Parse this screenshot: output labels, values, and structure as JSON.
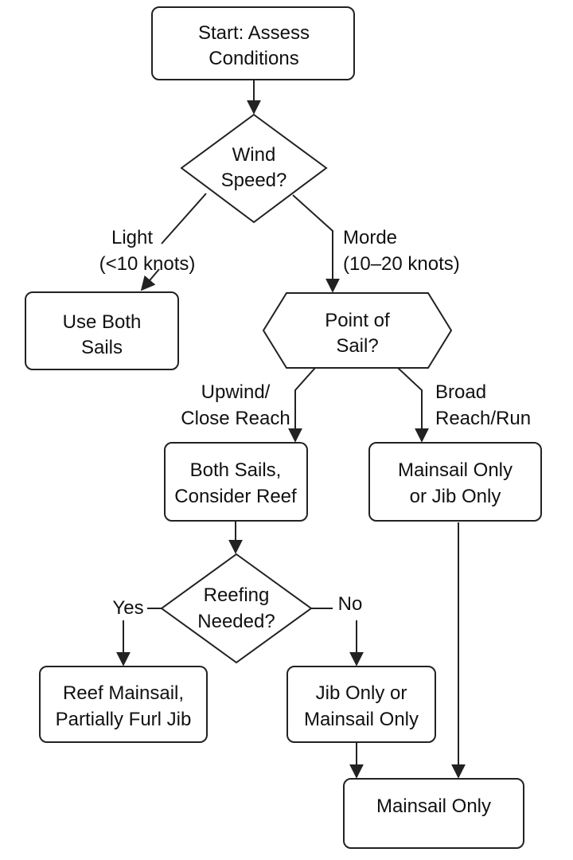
{
  "nodes": {
    "start": [
      "Start: Assess",
      "Conditions"
    ],
    "wind_speed": [
      "Wind",
      "Speed?"
    ],
    "use_both": [
      "Use Both",
      "Sails"
    ],
    "point_of_sail": [
      "Point of",
      "Sail?"
    ],
    "both_reef": [
      "Both Sails,",
      "Consider Reef"
    ],
    "main_or_jib": [
      "Mainsail Only",
      "or Jib Only"
    ],
    "reefing_needed": [
      "Reefing",
      "Needed?"
    ],
    "reef_main": [
      "Reef Mainsail,",
      "Partially Furl Jib"
    ],
    "jib_or_main": [
      "Jib Only or",
      "Mainsail Only"
    ],
    "main_only": [
      "Mainsail Only"
    ]
  },
  "edge_labels": {
    "light": [
      "Light",
      "(<10 knots)"
    ],
    "morde": [
      "Morde",
      "(10–20 knots)"
    ],
    "upwind": [
      "Upwind/",
      "Close Reach"
    ],
    "broad": [
      "Broad",
      "Reach/Run"
    ],
    "yes": "Yes",
    "no": "No"
  }
}
